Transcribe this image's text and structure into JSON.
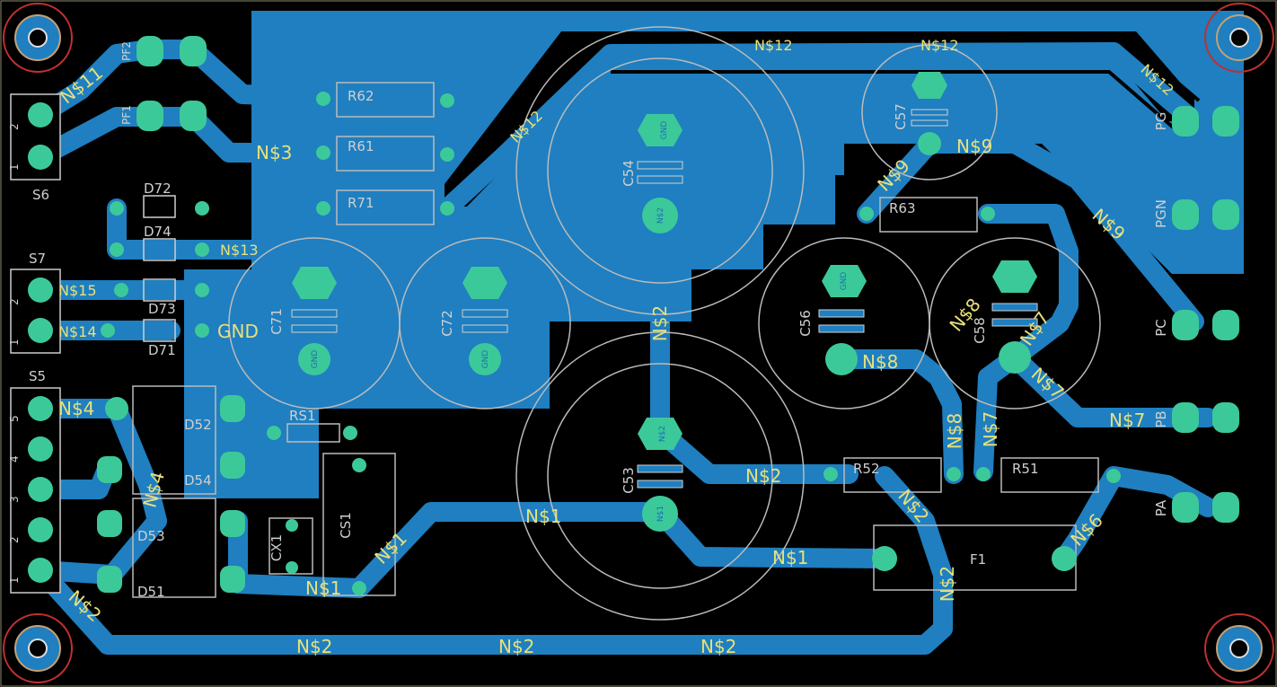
{
  "colors": {
    "background": "#000000",
    "copper": "#1f7fc0",
    "pad": "#3cc99a",
    "silk": "#cfcfcf",
    "net_label": "#e8e07a"
  },
  "connectors": {
    "s6": {
      "ref": "S6",
      "pin2": "2",
      "pin1": "1"
    },
    "s7": {
      "ref": "S7",
      "pin2": "2",
      "pin1": "1"
    },
    "s5": {
      "ref": "S5",
      "pins": [
        "5",
        "4",
        "3",
        "2",
        "1"
      ]
    }
  },
  "parts": {
    "diodes": [
      "D72",
      "D74",
      "D73",
      "D71",
      "D52",
      "D54",
      "D53",
      "D51"
    ],
    "resistors": [
      "R62",
      "R61",
      "R71",
      "R63",
      "RS1",
      "R52",
      "R51"
    ],
    "capacitors": [
      "C71",
      "C72",
      "C54",
      "C53",
      "C57",
      "C56",
      "C58",
      "CX1",
      "CS1"
    ],
    "fuse": "F1",
    "pads": [
      "PF2",
      "PF1",
      "PG",
      "PGN",
      "PC",
      "PB",
      "PA"
    ]
  },
  "nets": {
    "n1": "N$1",
    "n2": "N$2",
    "n3": "N$3",
    "n4": "N$4",
    "n6": "N$6",
    "n7": "N$7",
    "n8": "N$8",
    "n9": "N$9",
    "n11": "N$11",
    "n12": "N$12",
    "n13": "N$13",
    "n14": "N$14",
    "n15": "N$15",
    "gnd": "GND"
  }
}
